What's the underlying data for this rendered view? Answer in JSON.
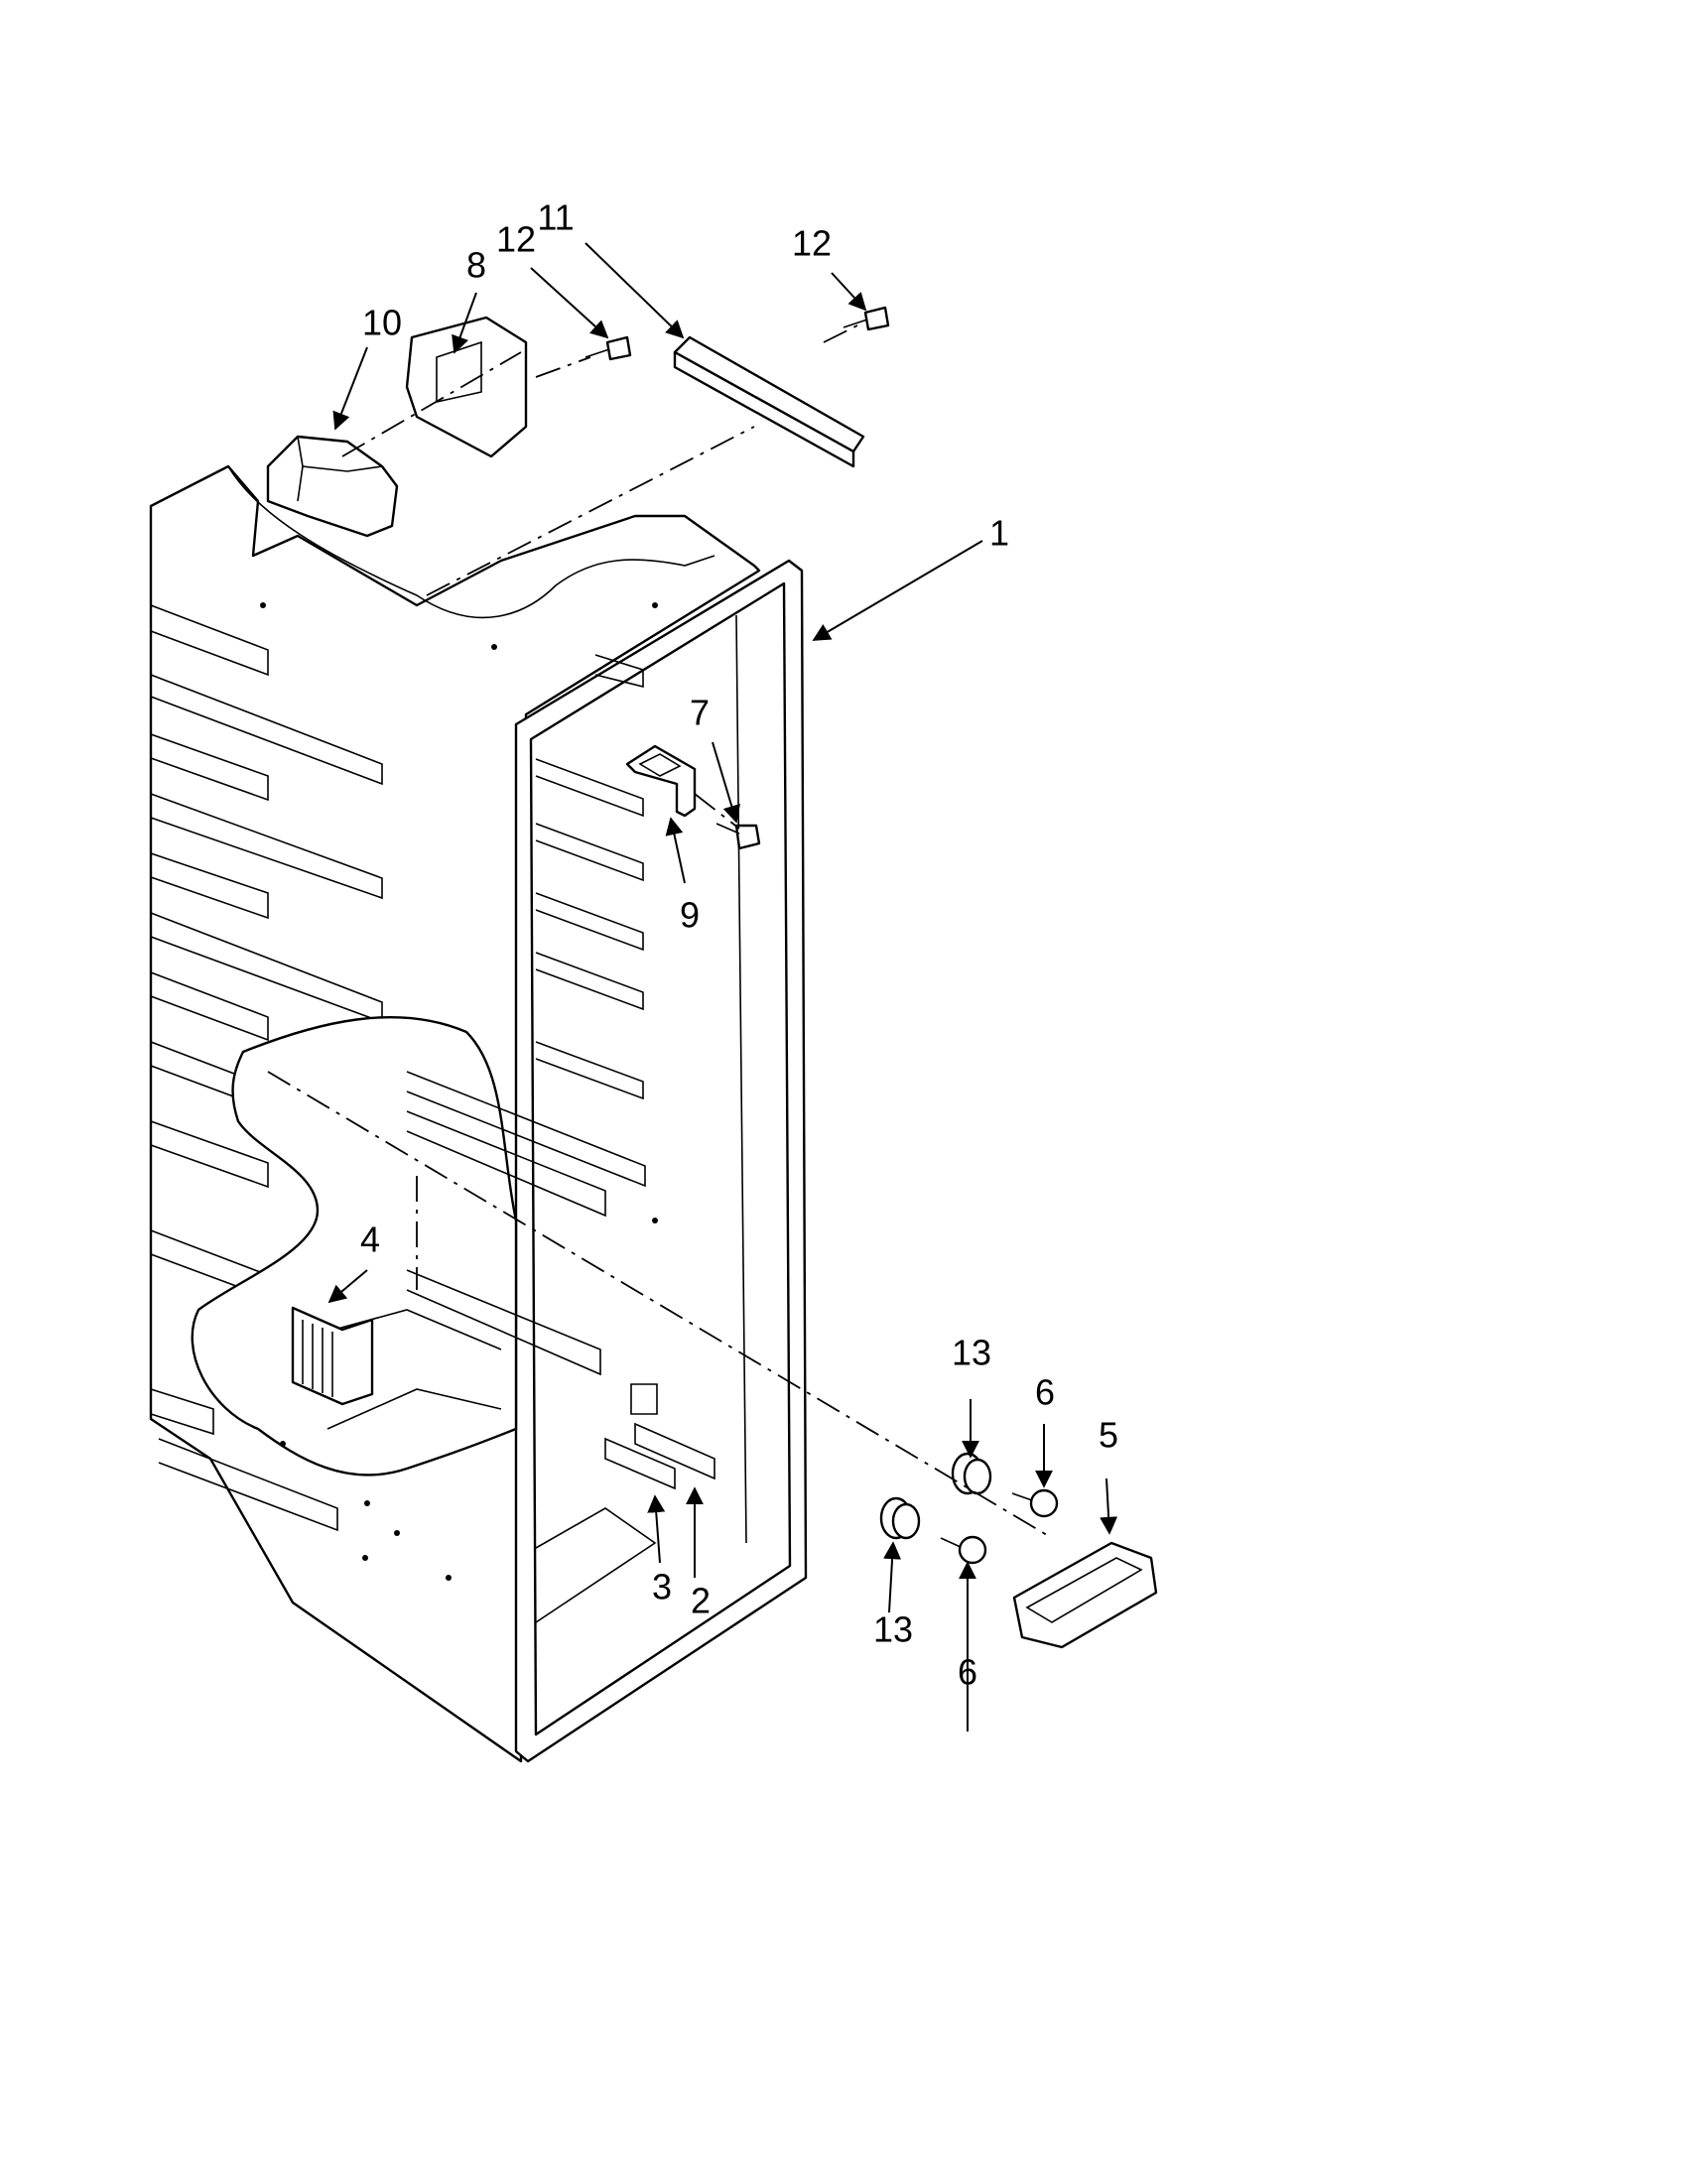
{
  "callouts": [
    {
      "id": "c1",
      "label": "1"
    },
    {
      "id": "c2",
      "label": "2"
    },
    {
      "id": "c3",
      "label": "3"
    },
    {
      "id": "c4",
      "label": "4"
    },
    {
      "id": "c5",
      "label": "5"
    },
    {
      "id": "c6a",
      "label": "6"
    },
    {
      "id": "c6b",
      "label": "6"
    },
    {
      "id": "c7",
      "label": "7"
    },
    {
      "id": "c8",
      "label": "8"
    },
    {
      "id": "c9",
      "label": "9"
    },
    {
      "id": "c10",
      "label": "10"
    },
    {
      "id": "c11",
      "label": "11"
    },
    {
      "id": "c12a",
      "label": "12"
    },
    {
      "id": "c12b",
      "label": "12"
    },
    {
      "id": "c13a",
      "label": "13"
    },
    {
      "id": "c13b",
      "label": "13"
    }
  ]
}
